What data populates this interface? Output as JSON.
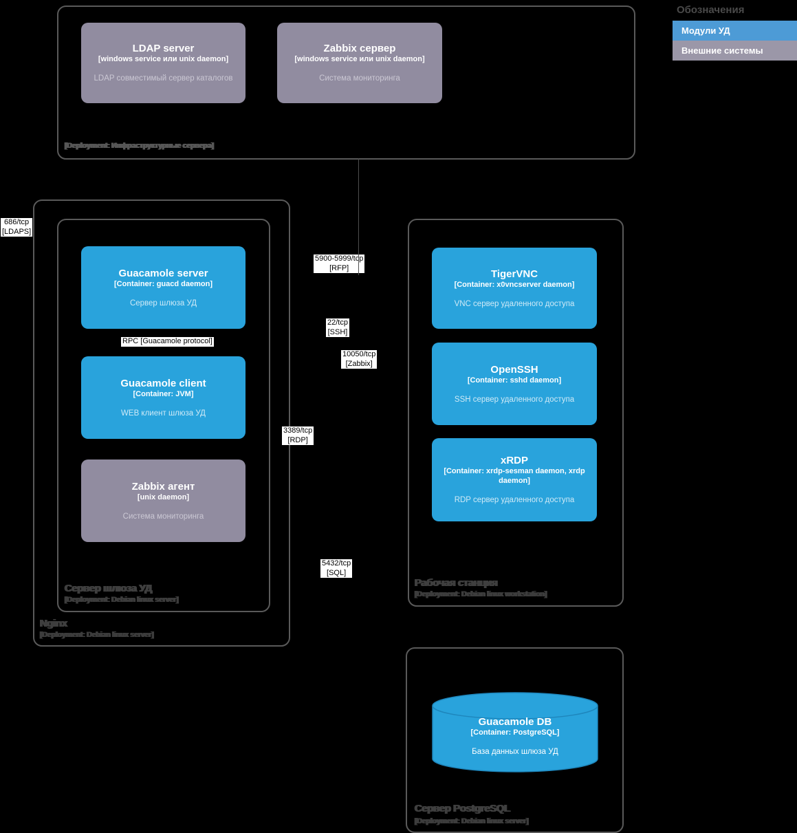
{
  "legend": {
    "title": "Обозначения",
    "items": [
      {
        "label": "Модули УД",
        "color": "#4D9BD6",
        "meaning": "module"
      },
      {
        "label": "Внешние системы",
        "color": "#9B97A8",
        "meaning": "external"
      }
    ]
  },
  "colors": {
    "module_node": "#29A3DC",
    "external_node": "#918CA0",
    "background": "#000000",
    "boundary_border": "#5a5a5a",
    "connection_label_bg": "#ffffff"
  },
  "deployments": {
    "infra": {
      "label": "[Deployment: Инфраструктурные сервера]"
    },
    "nginx": {
      "title": "Nginx",
      "label": "[Deployment: Debian linux server]"
    },
    "gateway": {
      "title": "Сервер шлюза УД",
      "label": "[Deployment: Debian linux server]"
    },
    "workstation": {
      "title": "Рабочая станция",
      "label": "[Deployment: Debian linux workstation]"
    },
    "postgres": {
      "title": "Сервер PostgreSQL",
      "label": "[Deployment: Debian linux server]"
    }
  },
  "nodes": {
    "ldap": {
      "title": "LDAP server",
      "container": "[windows service или unix daemon]",
      "desc": "LDAP совместимый сервер каталогов",
      "type": "external"
    },
    "zabbix_server": {
      "title": "Zabbix сервер",
      "container": "[windows service или unix daemon]",
      "desc": "Система мониторинга",
      "type": "external"
    },
    "guac_server": {
      "title": "Guacamole server",
      "container": "[Container: guacd daemon]",
      "desc": "Сервер шлюза УД",
      "type": "module"
    },
    "guac_client": {
      "title": "Guacamole client",
      "container": "[Container: JVM]",
      "desc": "WEB клиент шлюза УД",
      "type": "module"
    },
    "zabbix_agent": {
      "title": "Zabbix агент",
      "container": "[unix daemon]",
      "desc": "Система мониторинга",
      "type": "external"
    },
    "tigervnc": {
      "title": "TigerVNC",
      "container": "[Container: x0vncserver daemon]",
      "desc": "VNC сервер удаленного доступа",
      "type": "module"
    },
    "openssh": {
      "title": "OpenSSH",
      "container": "[Container: sshd daemon]",
      "desc": "SSH сервер удаленного доступа",
      "type": "module"
    },
    "xrdp": {
      "title": "xRDP",
      "container": "[Container: xrdp-sesman daemon, xrdp daemon]",
      "desc": "RDP сервер удаленного доступа",
      "type": "module"
    },
    "guac_db": {
      "title": "Guacamole DB",
      "container": "[Container: PostgreSQL]",
      "desc": "База данных шлюза УД",
      "type": "module"
    }
  },
  "connections": {
    "ldaps": {
      "line1": "686/tcp",
      "line2": "[LDAPS]"
    },
    "rfp": {
      "line1": "5900-5999/tcp",
      "line2": "[RFP]"
    },
    "ssh": {
      "line1": "22/tcp",
      "line2": "[SSH]"
    },
    "zabbix": {
      "line1": "10050/tcp",
      "line2": "[Zabbix]"
    },
    "rdp": {
      "line1": "3389/tcp",
      "line2": "[RDP]"
    },
    "sql": {
      "line1": "5432/tcp",
      "line2": "[SQL]"
    },
    "rpc": {
      "label": "RPC [Guacamole protocol]"
    }
  }
}
